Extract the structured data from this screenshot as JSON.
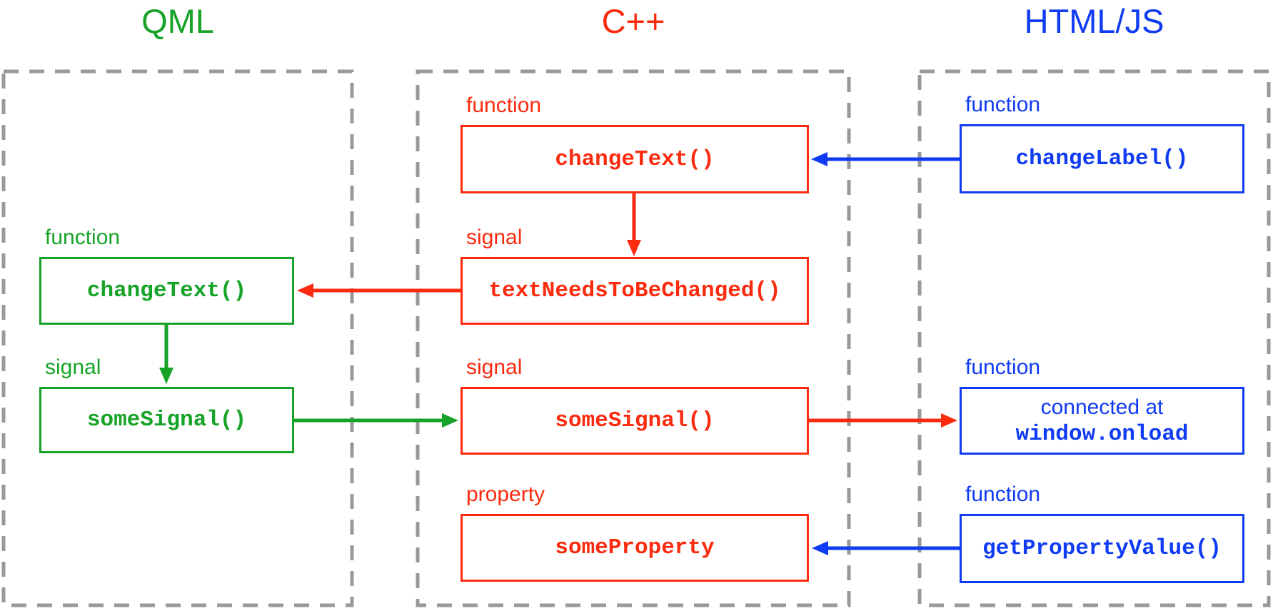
{
  "titles": {
    "qml": "QML",
    "cpp": "C++",
    "html_js": "HTML/JS"
  },
  "colors": {
    "qml_green": "#16a327",
    "cpp_red": "#fa2b0e",
    "html_js_blue": "#0f3bf2",
    "region_border_gray": "#999999",
    "node_fill": "#ffffff"
  },
  "nodes": {
    "qml_change_text": {
      "kind": "function",
      "name": "changeText()"
    },
    "qml_some_signal": {
      "kind": "signal",
      "name": "someSignal()"
    },
    "cpp_change_text": {
      "kind": "function",
      "name": "changeText()"
    },
    "cpp_text_needs_to_be_changed": {
      "kind": "signal",
      "name": "textNeedsToBeChanged()"
    },
    "cpp_some_signal": {
      "kind": "signal",
      "name": "someSignal()"
    },
    "cpp_some_property": {
      "kind": "property",
      "name": "someProperty"
    },
    "html_change_label": {
      "kind": "function",
      "name": "changeLabel()"
    },
    "html_window_onload": {
      "kind": "function",
      "name_line1": "connected at",
      "name_line2": "window.onload"
    },
    "html_get_property_value": {
      "kind": "function",
      "name": "getPropertyValue()"
    }
  },
  "connections": [
    {
      "from": "html_change_label",
      "to": "cpp_change_text",
      "color": "blue"
    },
    {
      "from": "cpp_change_text",
      "to": "cpp_text_needs_to_be_changed",
      "color": "red"
    },
    {
      "from": "cpp_text_needs_to_be_changed",
      "to": "qml_change_text",
      "color": "red"
    },
    {
      "from": "qml_change_text",
      "to": "qml_some_signal",
      "color": "green"
    },
    {
      "from": "qml_some_signal",
      "to": "cpp_some_signal",
      "color": "green"
    },
    {
      "from": "cpp_some_signal",
      "to": "html_window_onload",
      "color": "red"
    },
    {
      "from": "html_get_property_value",
      "to": "cpp_some_property",
      "color": "blue"
    }
  ]
}
